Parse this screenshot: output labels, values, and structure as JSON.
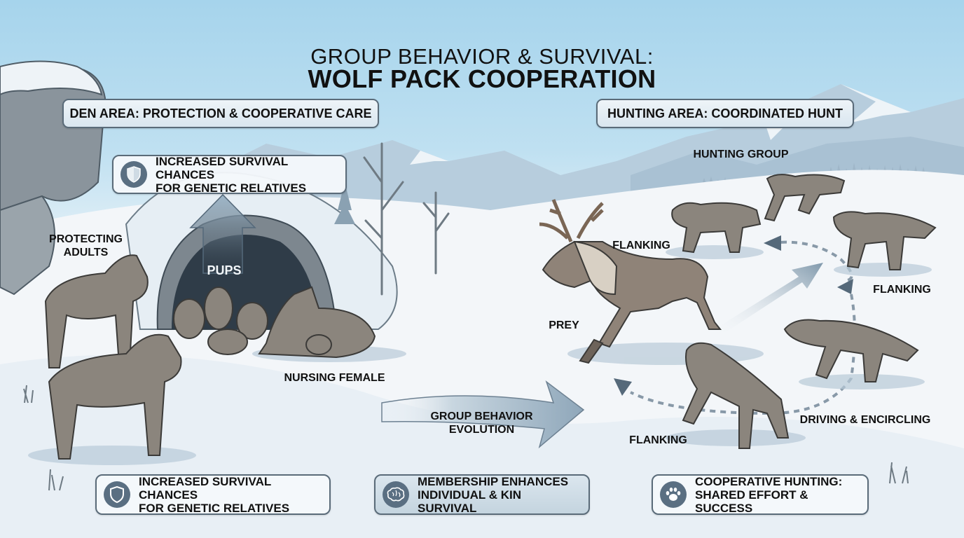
{
  "title": {
    "line1": "GROUP BEHAVIOR & SURVIVAL:",
    "line2": "WOLF PACK COOPERATION"
  },
  "den": {
    "header": "DEN AREA: PROTECTION & COOPERATIVE CARE",
    "top_box": {
      "icon": "shield-icon",
      "line1": "INCREASED SURVIVAL CHANCES",
      "line2": "FOR GENETIC RELATIVES"
    },
    "labels": {
      "protecting_line1": "PROTECTING",
      "protecting_line2": "ADULTS",
      "pups": "PUPS",
      "nursing": "NURSING FEMALE"
    }
  },
  "center": {
    "arrow_line1": "GROUP BEHAVIOR",
    "arrow_line2": "EVOLUTION"
  },
  "hunt": {
    "header": "HUNTING AREA: COORDINATED HUNT",
    "labels": {
      "hunting_group": "HUNTING GROUP",
      "flanking_top": "FLANKING",
      "flanking_right": "FLANKING",
      "flanking_bottom": "FLANKING",
      "prey": "PREY",
      "driving": "DRIVING & ENCIRCLING"
    }
  },
  "bottom_boxes": [
    {
      "icon": "shield-icon",
      "line1": "INCREASED SURVIVAL CHANCES",
      "line2": "FOR GENETIC RELATIVES"
    },
    {
      "icon": "brain-icon",
      "line1": "MEMBERSHIP ENHANCES",
      "line2": "INDIVIDUAL & KIN SURVIVAL"
    },
    {
      "icon": "paw-icon",
      "line1": "COOPERATIVE HUNTING:",
      "line2": "SHARED EFFORT & SUCCESS"
    }
  ],
  "colors": {
    "sky": "#a6d4ec",
    "snow": "#f3f6f9",
    "box_border": "#5a6b79",
    "icon_circle": "#5a6f82",
    "arrow": "#8fa7ba"
  }
}
